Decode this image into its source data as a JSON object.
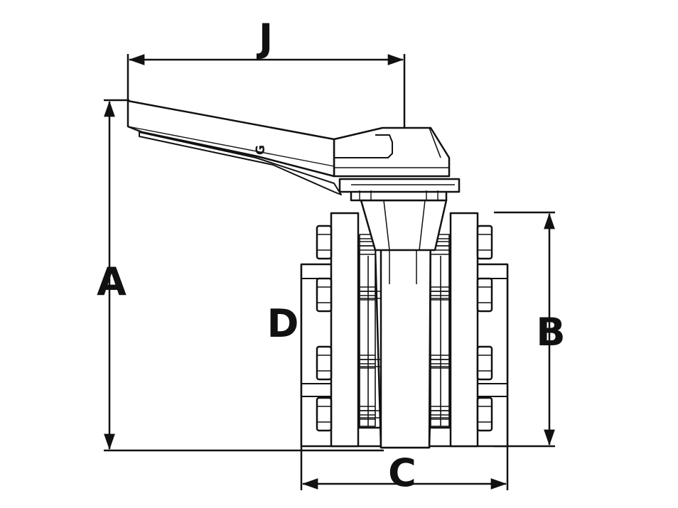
{
  "labels": {
    "j": "J",
    "a": "A",
    "b": "B",
    "c": "C",
    "d": "D",
    "handle_mark": "G"
  },
  "colors": {
    "ink": "#111111",
    "paper": "#ffffff"
  }
}
